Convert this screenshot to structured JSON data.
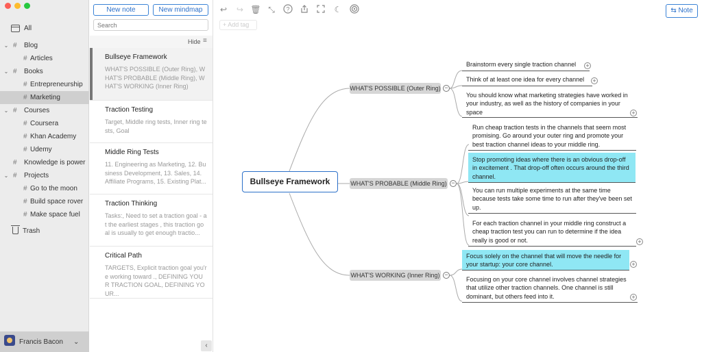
{
  "sidebar": {
    "all_label": "All",
    "items": [
      {
        "label": "Blog"
      },
      {
        "label": "Articles"
      },
      {
        "label": "Books"
      },
      {
        "label": "Entrepreneurship"
      },
      {
        "label": "Marketing"
      },
      {
        "label": "Courses"
      },
      {
        "label": "Coursera"
      },
      {
        "label": "Khan Academy"
      },
      {
        "label": "Udemy"
      },
      {
        "label": "Knowledge is power"
      },
      {
        "label": "Projects"
      },
      {
        "label": "Go to the moon"
      },
      {
        "label": "Build space rover"
      },
      {
        "label": "Make space fuel"
      }
    ],
    "trash_label": "Trash",
    "user_name": "Francis Bacon"
  },
  "notelist": {
    "new_note_label": "New note",
    "new_mindmap_label": "New mindmap",
    "search_placeholder": "Search",
    "hide_label": "Hide",
    "notes": [
      {
        "title": "Bullseye Framework",
        "preview": "WHAT'S POSSIBLE (Outer Ring), WHAT'S PROBABLE (Middle Ring), WHAT'S WORKING (Inner Ring)"
      },
      {
        "title": "Traction Testing",
        "preview": "Target, Middle ring tests, Inner ring tests, Goal"
      },
      {
        "title": "Middle Ring Tests",
        "preview": "11. Engineering as Marketing, 12. Business Development, 13. Sales, 14. Affiliate Programs, 15. Existing Plat..."
      },
      {
        "title": "Traction Thinking",
        "preview": "Tasks:, Need to set a traction goal - at the earliest stages , this traction goal is usually to get enough tractio..."
      },
      {
        "title": "Critical Path",
        "preview": "TARGETS, Explicit traction goal you're working toward ., DEFINING YOUR TRACTION GOAL, DEFINING YOUR..."
      }
    ]
  },
  "editor": {
    "add_tag_placeholder": "+ Add tag",
    "note_button_label": "Note"
  },
  "mindmap": {
    "root": "Bullseye Framework",
    "branches": [
      {
        "label": "WHAT'S POSSIBLE (Outer Ring)"
      },
      {
        "label": "WHAT'S PROBABLE (Middle Ring)"
      },
      {
        "label": "WHAT'S WORKING (Inner Ring)"
      }
    ],
    "leaves": [
      {
        "text": "Brainstorm every single traction channel",
        "highlight": false
      },
      {
        "text": "Think of at least one idea for every channel",
        "highlight": false
      },
      {
        "text": "You should know what marketing strategies have worked in your industry, as well as the history of companies in your space",
        "highlight": false
      },
      {
        "text": "Run cheap traction tests in the channels that seem most promising. Go around your outer ring and promote your best traction channel ideas to your middle ring.",
        "highlight": false
      },
      {
        "text": "Stop promoting ideas where there is an obvious drop-off in excitement . That drop-off often occurs around the third channel.",
        "highlight": true
      },
      {
        "text": "You can run multiple experiments at the same time because tests take some time to run after they've been set up.",
        "highlight": false
      },
      {
        "text": "For each traction channel in your middle ring construct a cheap traction test you can run to determine if the idea really is good or not.",
        "highlight": false
      },
      {
        "text": "Focus solely on the channel that will move the needle for your startup: your core channel.",
        "highlight": true
      },
      {
        "text": "Focusing on your core channel involves channel strategies that utilize other traction channels. One channel is still dominant, but others feed into it.",
        "highlight": false
      }
    ],
    "highlight_color": "#8fe7f4",
    "accent_color": "#2a6fc9"
  },
  "icons": {
    "toolbar": [
      "undo-icon",
      "redo-icon",
      "trash-icon",
      "collapse-icon",
      "help-icon",
      "share-icon",
      "fullscreen-icon",
      "dark-mode-icon",
      "target-icon"
    ]
  }
}
